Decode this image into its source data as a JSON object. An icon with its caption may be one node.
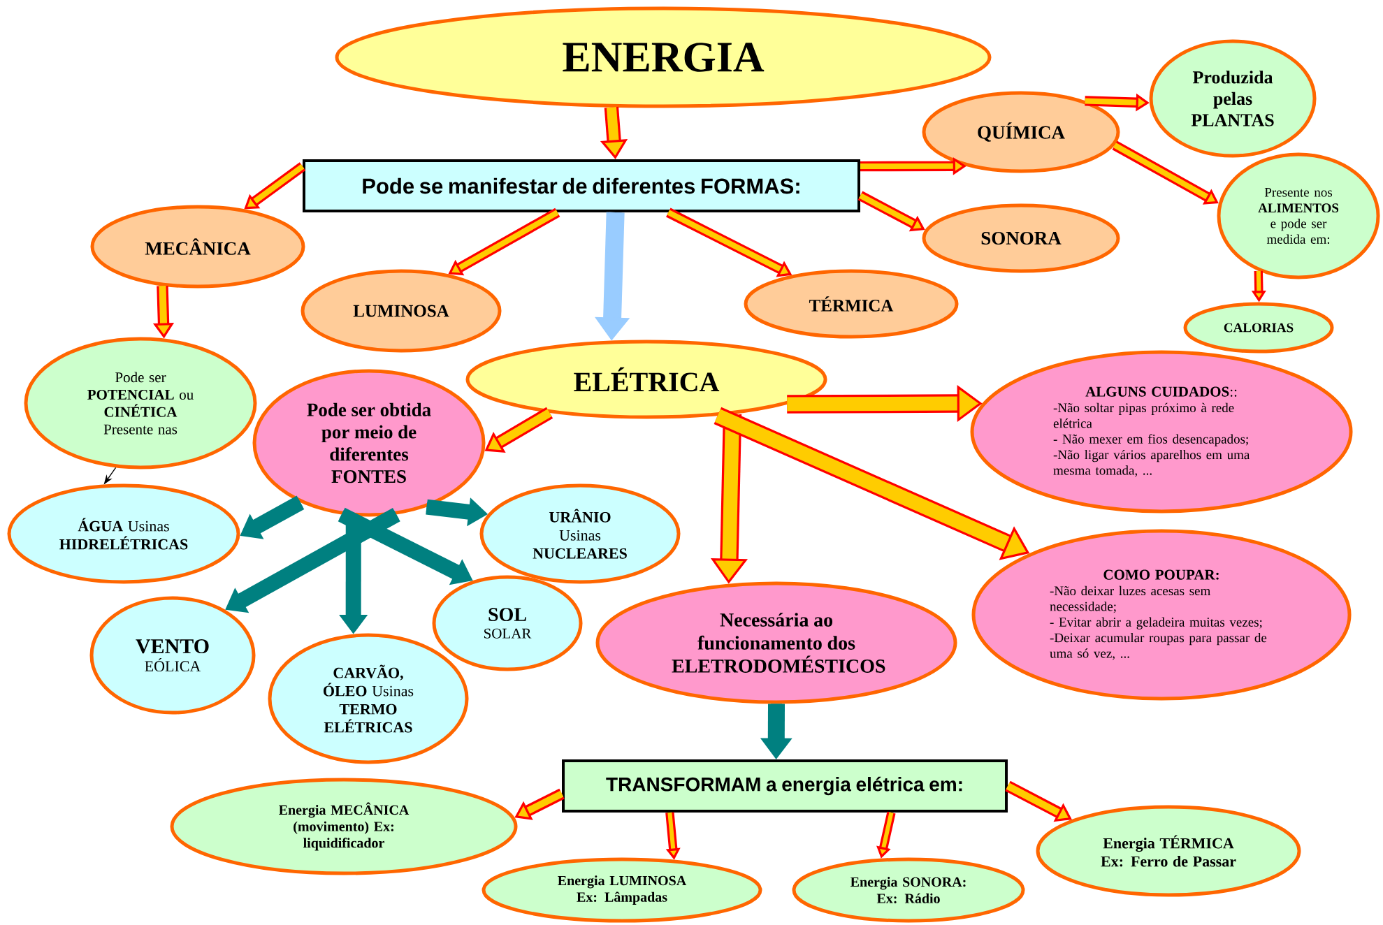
{
  "diagram": {
    "nodes": [
      {
        "text": [
          "ENERGIA"
        ]
      },
      {
        "text": [
          "Pode se manifestar de diferentes FORMAS:"
        ]
      },
      {
        "text": [
          "MECÂNICA"
        ]
      },
      {
        "text": [
          "LUMINOSA"
        ]
      },
      {
        "text": [
          "TÉRMICA"
        ]
      },
      {
        "text": [
          "QUÍMICA"
        ]
      },
      {
        "text": [
          "SONORA"
        ]
      },
      {
        "text": [
          "Produzida pelas PLANTAS"
        ]
      },
      {
        "text": [
          "Presente nos **ALIMENTOS** e pode ser medida em:"
        ]
      },
      {
        "text": [
          "CALORIAS"
        ]
      },
      {
        "text": [
          "ELÉTRICA"
        ]
      },
      {
        "text": [
          "Pode ser **POTENCIAL** ou **CINÉTICA** Presente nas"
        ]
      },
      {
        "text": [
          "Pode ser obtida por meio de diferentes FONTES"
        ]
      },
      {
        "text": [
          "**ÁGUA** Usinas **HIDRELÉTRICAS**"
        ]
      },
      {
        "text": [
          "**URÂNIO** Usinas **NUCLEARES**"
        ]
      },
      {
        "text": [
          "VENTO",
          "EÓLICA"
        ]
      },
      {
        "text": [
          "**CARVÃO, ÓLEO** Usinas **TERMO ELÉTRICAS**"
        ]
      },
      {
        "text": [
          "SOL",
          "SOLAR"
        ]
      },
      {
        "text": [
          "**ALGUNS CUIDADOS**::",
          "-Não soltar pipas próximo à rede elétrica",
          "- Não mexer em fios desencapados;",
          "-Não ligar vários aparelhos em uma mesma tomada, ..."
        ]
      },
      {
        "text": [
          "COMO POUPAR:",
          "-Não deixar luzes acesas sem necessidade;",
          "- Evitar abrir a geladeira muitas vezes;",
          "-Deixar acumular roupas para passar de uma só vez, ..."
        ]
      },
      {
        "text": [
          "Necessária ao funcionamento dos ELETRODOMÉSTICOS"
        ]
      },
      {
        "text": [
          "TRANSFORMAM a energia elétrica em:"
        ]
      },
      {
        "text": [
          "Energia MECÂNICA (movimento) Ex: liquidificador"
        ]
      },
      {
        "text": [
          "Energia LUMINOSA Ex: Lâmpadas"
        ]
      },
      {
        "text": [
          "Energia SONORA: Ex: Rádio"
        ]
      },
      {
        "text": [
          "Energia TÉRMICA Ex: Ferro de Passar"
        ]
      }
    ],
    "edges": [
      {
        "from": 0,
        "to": 1,
        "arrow": "to"
      },
      {
        "from": 1,
        "to": 2,
        "arrow": "to"
      },
      {
        "from": 1,
        "to": 3,
        "arrow": "to"
      },
      {
        "from": 1,
        "to": 10,
        "arrow": "to",
        "color": "#99ccff"
      },
      {
        "from": 1,
        "to": 4,
        "arrow": "to"
      },
      {
        "from": 1,
        "to": 5,
        "arrow": "to"
      },
      {
        "from": 1,
        "to": 6,
        "arrow": "to"
      },
      {
        "from": 5,
        "to": 7,
        "arrow": "to"
      },
      {
        "from": 5,
        "to": 8,
        "arrow": "to"
      },
      {
        "from": 8,
        "to": 9,
        "arrow": "to"
      },
      {
        "from": 2,
        "to": 11,
        "arrow": "to"
      },
      {
        "from": 11,
        "to": 13,
        "arrow": "to",
        "color": "#000000"
      },
      {
        "from": 10,
        "to": 12,
        "arrow": "to"
      },
      {
        "from": 10,
        "to": 18,
        "arrow": "to"
      },
      {
        "from": 10,
        "to": 20,
        "arrow": "to"
      },
      {
        "from": 10,
        "to": 19,
        "arrow": "to"
      },
      {
        "from": 12,
        "to": 13,
        "arrow": "to",
        "color": "#008080"
      },
      {
        "from": 12,
        "to": 14,
        "arrow": "to",
        "color": "#008080"
      },
      {
        "from": 12,
        "to": 15,
        "arrow": "to",
        "color": "#008080"
      },
      {
        "from": 12,
        "to": 16,
        "arrow": "to",
        "color": "#008080"
      },
      {
        "from": 12,
        "to": 17,
        "arrow": "to",
        "color": "#008080"
      },
      {
        "from": 20,
        "to": 21,
        "arrow": "to",
        "color": "#008080"
      },
      {
        "from": 21,
        "to": 22,
        "arrow": "to"
      },
      {
        "from": 21,
        "to": 23,
        "arrow": "to"
      },
      {
        "from": 21,
        "to": 24,
        "arrow": "to"
      },
      {
        "from": 21,
        "to": 25,
        "arrow": "to"
      }
    ]
  }
}
